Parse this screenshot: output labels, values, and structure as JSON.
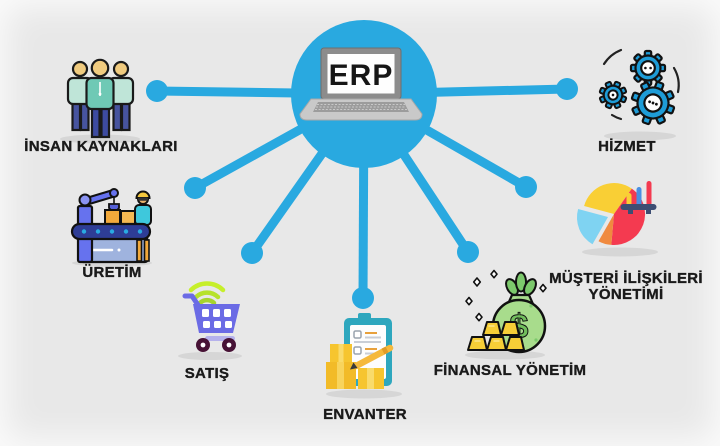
{
  "center": {
    "title": "ERP"
  },
  "modules": [
    {
      "name": "insan-kaynaklari",
      "label": "İNSAN KAYNAKLARI",
      "icon": "people-icon"
    },
    {
      "name": "hizmet",
      "label": "HİZMET",
      "icon": "gears-icon"
    },
    {
      "name": "uretim",
      "label": "ÜRETİM",
      "icon": "production-line-icon"
    },
    {
      "name": "musteri-iliskileri-yonetimi",
      "label": "MÜŞTERİ İLİŞKİLERİ YÖNETİMİ",
      "icon": "pie-chart-icon"
    },
    {
      "name": "satis",
      "label": "SATIŞ",
      "icon": "shopping-cart-icon"
    },
    {
      "name": "finansal-yonetim",
      "label": "FİNANSAL YÖNETİM",
      "icon": "money-bag-icon"
    },
    {
      "name": "envanter",
      "label": "ENVANTER",
      "icon": "inventory-clipboard-icon"
    }
  ],
  "colors": {
    "background": "#e8e8e8",
    "accent_blue": "#29a9e0",
    "text": "#1a1a1a",
    "gear_blue": "#1e9cd7",
    "cart_purple": "#6b6be5",
    "wifi_green": "#b3de2c",
    "clipboard_teal": "#2ea7be",
    "box_yellow": "#f4c433",
    "bag_green": "#a8dc8c",
    "gold": "#f6ce37",
    "pie_yellow": "#f9cf35",
    "pie_red": "#f43a50",
    "pie_blue_slice": "#7fd3f2",
    "pie_orange": "#f08a3f"
  }
}
